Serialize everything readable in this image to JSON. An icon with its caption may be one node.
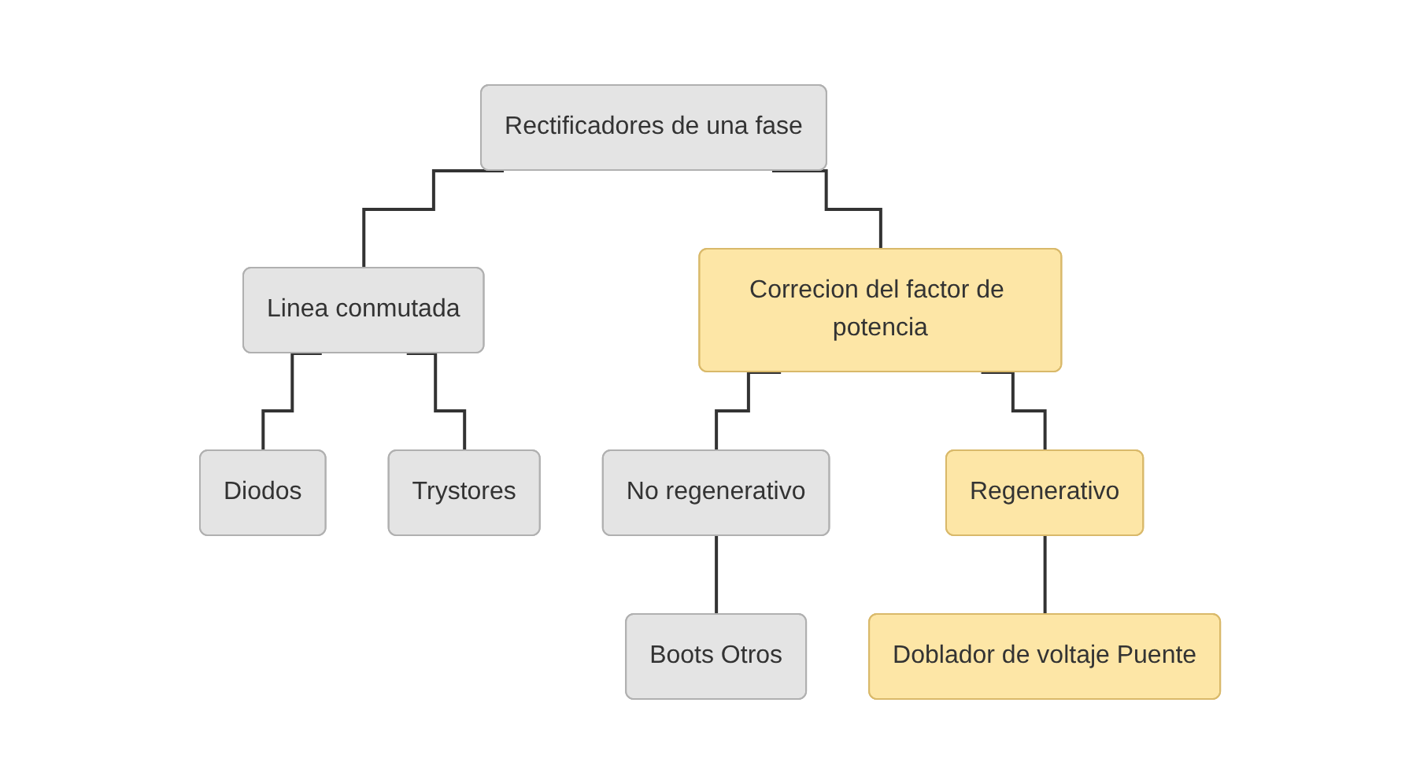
{
  "diagram": {
    "nodes": [
      {
        "text": [
          "Rectificadores de una fase"
        ]
      },
      {
        "text": [
          "Linea conmutada"
        ]
      },
      {
        "text": [
          "Correcion del factor de potencia"
        ]
      },
      {
        "text": [
          "Diodos"
        ]
      },
      {
        "text": [
          "Trystores"
        ]
      },
      {
        "text": [
          "No regenerativo"
        ]
      },
      {
        "text": [
          "Regenerativo"
        ]
      },
      {
        "text": [
          "Boots Otros"
        ]
      },
      {
        "text": [
          "Doblador de voltaje Puente"
        ]
      }
    ],
    "edges": [
      {
        "from": 0,
        "to": 1,
        "arrow": "none"
      },
      {
        "from": 0,
        "to": 2,
        "arrow": "none"
      },
      {
        "from": 1,
        "to": 3,
        "arrow": "none"
      },
      {
        "from": 1,
        "to": 4,
        "arrow": "none"
      },
      {
        "from": 2,
        "to": 5,
        "arrow": "none"
      },
      {
        "from": 2,
        "to": 6,
        "arrow": "none"
      },
      {
        "from": 5,
        "to": 7,
        "arrow": "none"
      },
      {
        "from": 6,
        "to": 8,
        "arrow": "none"
      }
    ]
  }
}
